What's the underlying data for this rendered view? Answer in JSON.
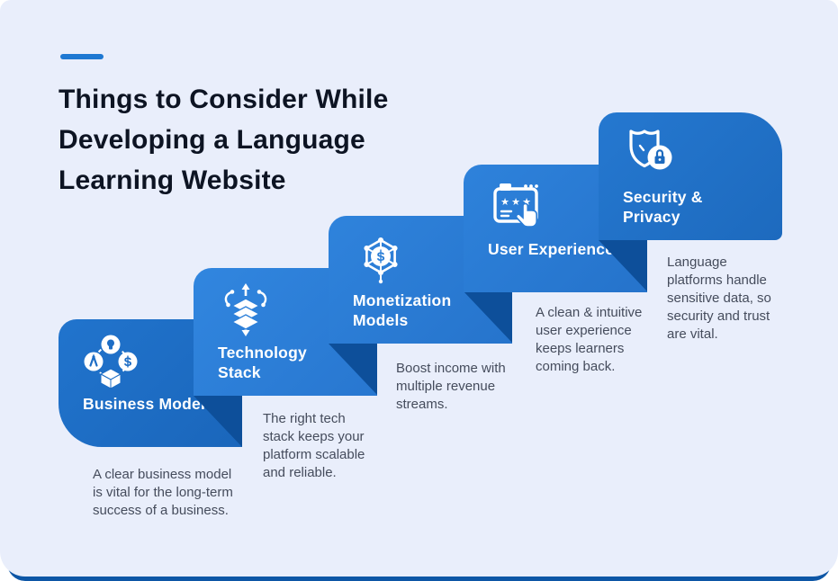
{
  "page": {
    "background_color": "#ffffff",
    "canvas_color": "#e9eefb",
    "bottom_bar_color": "#0d56a6",
    "fold_color": "#0d4f9a",
    "accent_color": "#1e78d2",
    "title_color": "#0d1423",
    "description_color": "#454c5c",
    "card_text_color": "#ffffff"
  },
  "header": {
    "title": "Things to Consider While Developing a Language Learning Website"
  },
  "steps": [
    {
      "title": "Business Model",
      "description": "A clear business model is vital for the long-term success of a business.",
      "icon": "business-model-icon",
      "card_color": "#1d6dc5"
    },
    {
      "title": "Technology Stack",
      "description": "The right tech stack keeps your platform scalable and reliable.",
      "icon": "technology-stack-icon",
      "card_color": "#2d80d9"
    },
    {
      "title": "Monetization Models",
      "description": "Boost income with multiple revenue streams.",
      "icon": "monetization-models-icon",
      "card_color": "#2b7ed6"
    },
    {
      "title": "User Experience",
      "description": "A clean & intuitive user experience keeps learners coming back.",
      "icon": "user-experience-icon",
      "card_color": "#2a7dd6"
    },
    {
      "title": "Security & Privacy",
      "description": "Language platforms handle sensitive data, so security and trust are vital.",
      "icon": "security-privacy-icon",
      "card_color": "#2172c7"
    }
  ]
}
